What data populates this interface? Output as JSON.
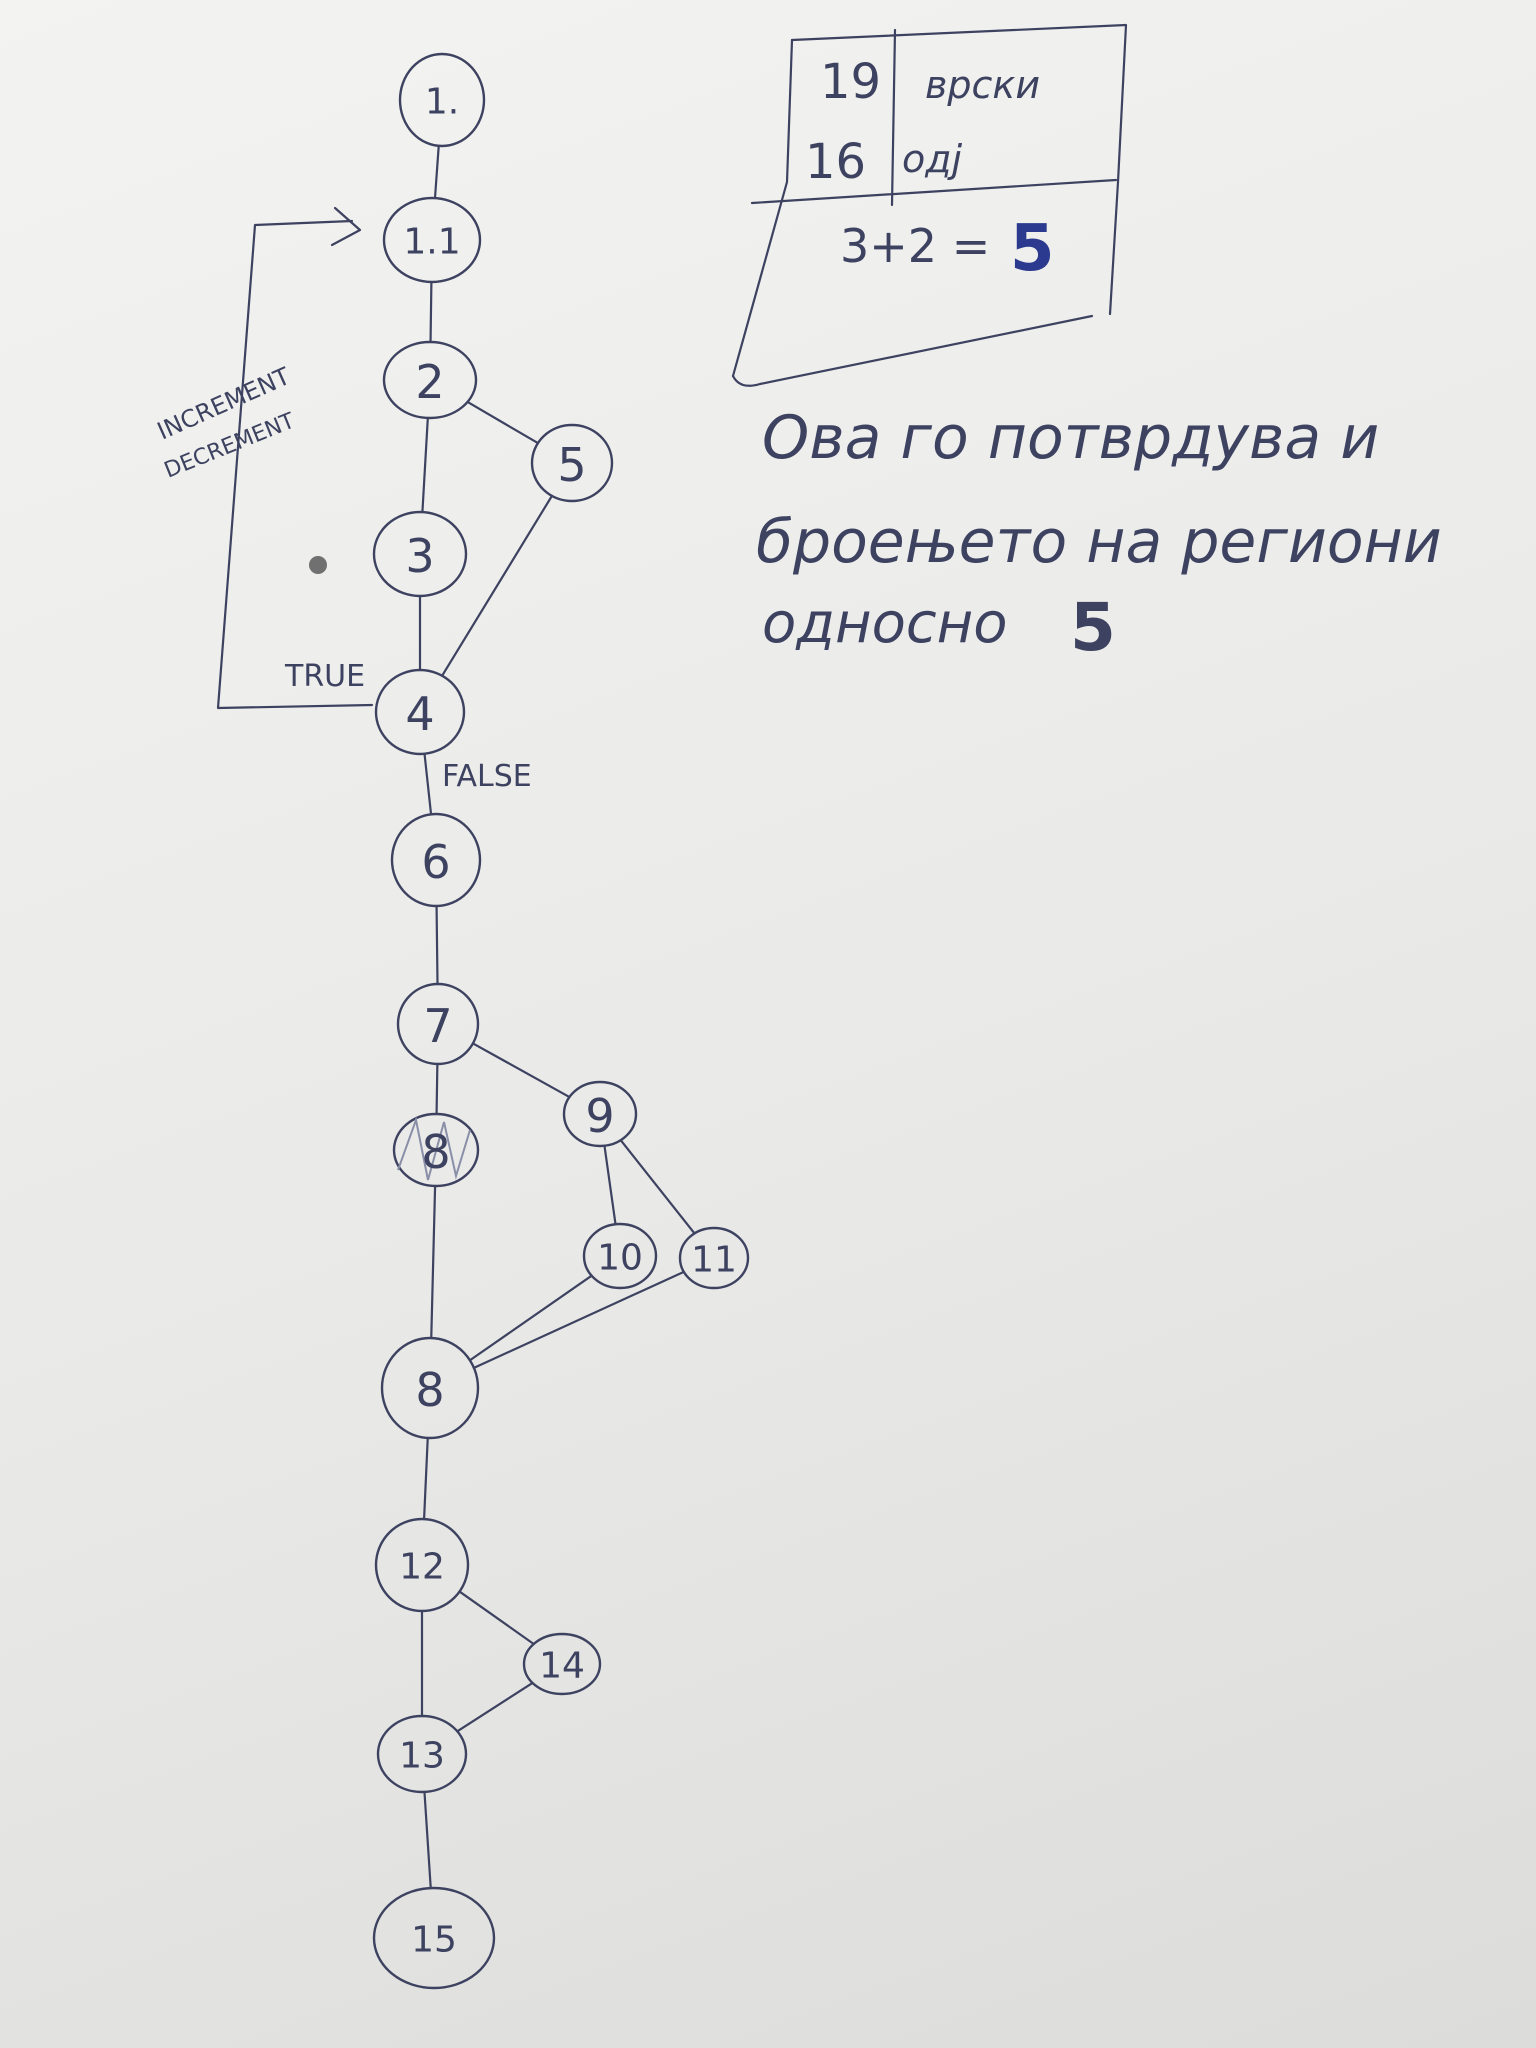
{
  "nodes": [
    {
      "id": "n1",
      "label": "1."
    },
    {
      "id": "n1_1",
      "label": "1.1"
    },
    {
      "id": "n2",
      "label": "2"
    },
    {
      "id": "n3",
      "label": "3"
    },
    {
      "id": "n4",
      "label": "4"
    },
    {
      "id": "n5",
      "label": "5"
    },
    {
      "id": "n6",
      "label": "6"
    },
    {
      "id": "n7",
      "label": "7"
    },
    {
      "id": "n8a",
      "label": "8"
    },
    {
      "id": "n9",
      "label": "9"
    },
    {
      "id": "n10",
      "label": "10"
    },
    {
      "id": "n11",
      "label": "11"
    },
    {
      "id": "n8b",
      "label": "8"
    },
    {
      "id": "n12",
      "label": "12"
    },
    {
      "id": "n13",
      "label": "13"
    },
    {
      "id": "n14",
      "label": "14"
    },
    {
      "id": "n15",
      "label": "15"
    }
  ],
  "edges": [
    [
      "n1",
      "n1_1"
    ],
    [
      "n1_1",
      "n2"
    ],
    [
      "n2",
      "n3"
    ],
    [
      "n2",
      "n5"
    ],
    [
      "n3",
      "n4"
    ],
    [
      "n5",
      "n4"
    ],
    [
      "n4",
      "n6"
    ],
    [
      "n6",
      "n7"
    ],
    [
      "n7",
      "n8a"
    ],
    [
      "n8a",
      "n8b"
    ],
    [
      "n7",
      "n9"
    ],
    [
      "n9",
      "n10"
    ],
    [
      "n9",
      "n11"
    ],
    [
      "n10",
      "n8b"
    ],
    [
      "n11",
      "n8b"
    ],
    [
      "n8b",
      "n12"
    ],
    [
      "n12",
      "n13"
    ],
    [
      "n12",
      "n14"
    ],
    [
      "n14",
      "n13"
    ],
    [
      "n13",
      "n15"
    ]
  ],
  "labels": {
    "increment": "INCREMENT",
    "decrement": "DECREMENT",
    "true_label": "TRUE",
    "false_label": "FALSE"
  },
  "table": {
    "edges_count": "19",
    "edges_word": "врски",
    "nodes_count": "16",
    "nodes_word": "одј",
    "formula": "3+2 =",
    "result": "5"
  },
  "note": {
    "line1": "Ова го потврдува и",
    "line2": "броењето на региони",
    "line3": "односно",
    "value": "5"
  }
}
